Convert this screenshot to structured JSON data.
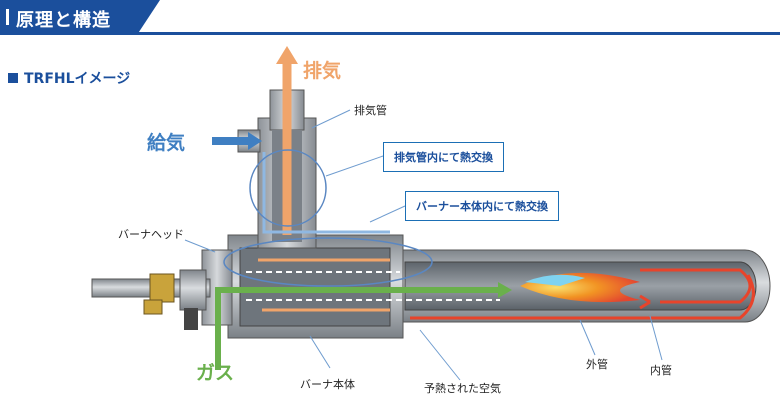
{
  "header": {
    "title": "原理と構造"
  },
  "subtitle": "TRFHLイメージ",
  "labels": {
    "exhaust_big": "排気",
    "intake_big": "給気",
    "gas_big": "ガス",
    "exhaust_pipe": "排気管",
    "burner_head": "バーナヘッド",
    "burner_body": "バーナ本体",
    "preheated_air": "予熱された空気",
    "outer_tube": "外管",
    "inner_tube": "内管"
  },
  "callouts": {
    "exchange_exhaust": "排気管内にて熱交換",
    "exchange_burner": "バーナー本体内にて熱交換"
  },
  "colors": {
    "brand_blue": "#1b4f9c",
    "exhaust_orange": "#f0a46a",
    "intake_blue": "#3f7fc2",
    "gas_green": "#6ab04c",
    "flame_red": "#e8442b"
  }
}
